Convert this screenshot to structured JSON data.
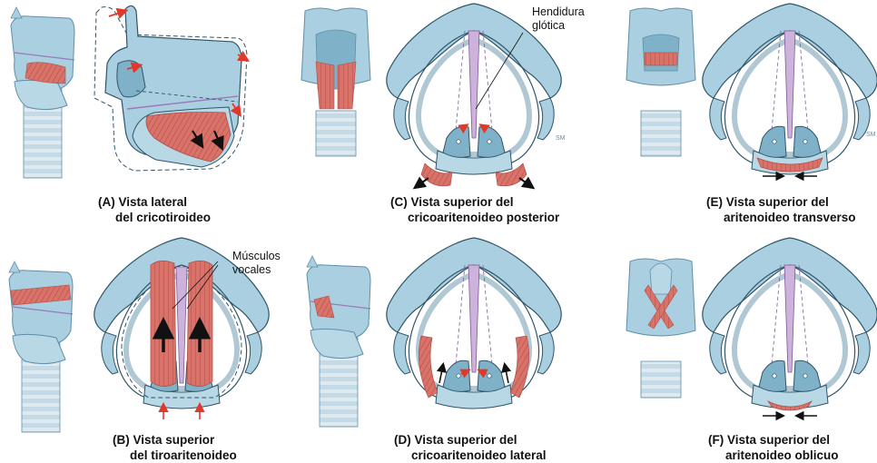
{
  "palette": {
    "cartilage": "#a9cfe0",
    "cartilage_dark": "#5f8fa8",
    "outline": "#2f5568",
    "muscle": "#d9736a",
    "muscle_dark": "#b24e47",
    "ligament": "#cdb3dc",
    "ligament_line": "#7d5a98",
    "trachea": "#e4edf2",
    "arrow_red": "#e0382b",
    "arrow_black": "#111111"
  },
  "callouts": {
    "glottic_cleft_line1": "Hendidura",
    "glottic_cleft_line2": "glótica",
    "vocal_muscles_line1": "Músculos",
    "vocal_muscles_line2": "vocales"
  },
  "panels": [
    {
      "id": "A",
      "line1": "(A) Vista lateral",
      "line2": "del cricotiroideo"
    },
    {
      "id": "B",
      "line1": "(B) Vista superior",
      "line2": "del tiroaritenoideo"
    },
    {
      "id": "C",
      "line1": "(C) Vista superior del",
      "line2": "cricoaritenoideo posterior"
    },
    {
      "id": "D",
      "line1": "(D) Vista superior del",
      "line2": "cricoaritenoideo lateral"
    },
    {
      "id": "E",
      "line1": "(E) Vista superior del",
      "line2": "aritenoideo transverso"
    },
    {
      "id": "F",
      "line1": "(F) Vista superior del",
      "line2": "aritenoideo oblicuo"
    }
  ],
  "signature": "SM"
}
